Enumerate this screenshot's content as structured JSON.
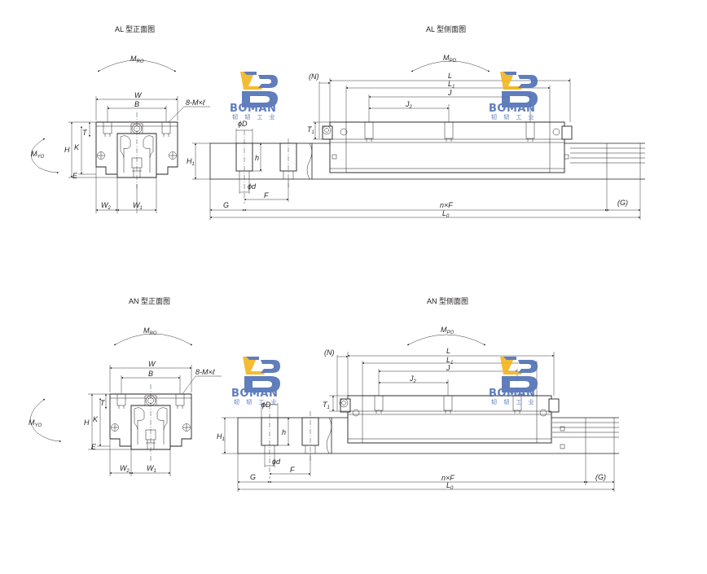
{
  "titles": {
    "al_front": "AL 型正面图",
    "al_side": "AL 型侧面图",
    "an_front": "AN 型正面图",
    "an_side": "AN 型侧面图"
  },
  "watermark": {
    "brand": "BOMAN",
    "subtitle": "韧 韧 工 业",
    "primary_color": "#4f6fb5",
    "accent_color": "#f2b51c"
  },
  "labels": {
    "mro": "M",
    "mro_sub": "RO",
    "mpo": "M",
    "mpo_sub": "PO",
    "myo": "M",
    "myo_sub": "YO",
    "w": "W",
    "b": "B",
    "bolt": "8-M×ℓ",
    "h": "H",
    "k": "K",
    "t": "T",
    "e": "E",
    "w2": "W",
    "w2_sub": "2",
    "w1": "W",
    "w1_sub": "1",
    "phi_d_big": "ϕD",
    "phi_d_small": "ϕd",
    "h_small": "h",
    "h1": "H",
    "h1_sub": "1",
    "f": "F",
    "g": "G",
    "g_paren": "(G)",
    "n": "(N)",
    "l": "L",
    "l1": "L",
    "l1_sub": "1",
    "j": "J",
    "j2": "J",
    "j2_sub": "2",
    "t1": "T",
    "t1_sub": "1",
    "nxf": "n×F",
    "l0": "L",
    "l0_sub": "0"
  }
}
